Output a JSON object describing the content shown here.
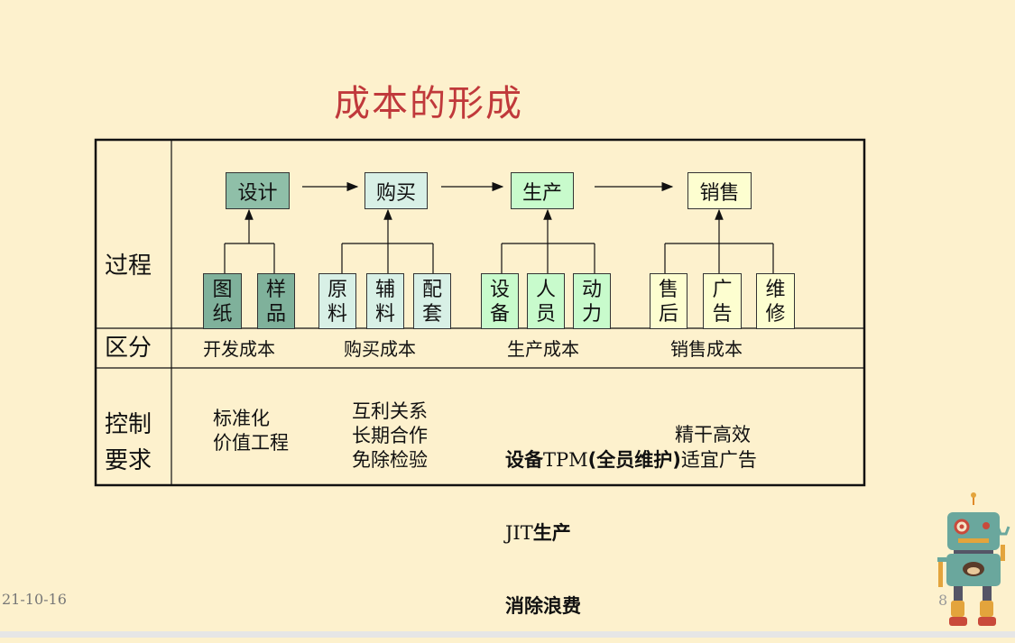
{
  "title": "成本的形成",
  "rows": {
    "process": "过程",
    "category": "区分",
    "control": [
      "控制",
      "要求"
    ]
  },
  "stages": [
    {
      "label": "设计",
      "color": "#8fbfa8",
      "inputs": [
        [
          "图",
          "纸"
        ],
        [
          "样",
          "品"
        ]
      ],
      "category": "开发成本"
    },
    {
      "label": "购买",
      "color": "#d8f0e6",
      "inputs": [
        [
          "原",
          "料"
        ],
        [
          "辅",
          "料"
        ],
        [
          "配",
          "套"
        ]
      ],
      "category": "购买成本"
    },
    {
      "label": "生产",
      "color": "#c8fbcc",
      "inputs": [
        [
          "设",
          "备"
        ],
        [
          "人",
          "员"
        ],
        [
          "动",
          "力"
        ]
      ],
      "category": "生产成本"
    },
    {
      "label": "销售",
      "color": "#fdfed0",
      "inputs": [
        [
          "售",
          "后"
        ],
        [
          "广",
          "告"
        ],
        [
          "维",
          "修"
        ]
      ],
      "category": "销售成本"
    }
  ],
  "requirements": {
    "development": [
      "标准化",
      "价值工程"
    ],
    "purchase": [
      "互利关系",
      "长期合作",
      "免除检验"
    ],
    "production": {
      "line1_a": "设备",
      "line1_b": "TPM",
      "line1_c": "(全员维护)",
      "line1_d": "适宜广告",
      "line2_a": "JIT",
      "line2_b": "生产",
      "line3": "消除浪费"
    },
    "sales": "精干高效"
  },
  "footer": {
    "date": "21-10-16",
    "page": "8"
  },
  "colors": {
    "background": "#fdf1cd",
    "title": "#c0393b",
    "design_input": "#7fb19b"
  },
  "icons": [
    "robot-icon",
    "arrow-right-icon",
    "arrow-up-icon"
  ]
}
